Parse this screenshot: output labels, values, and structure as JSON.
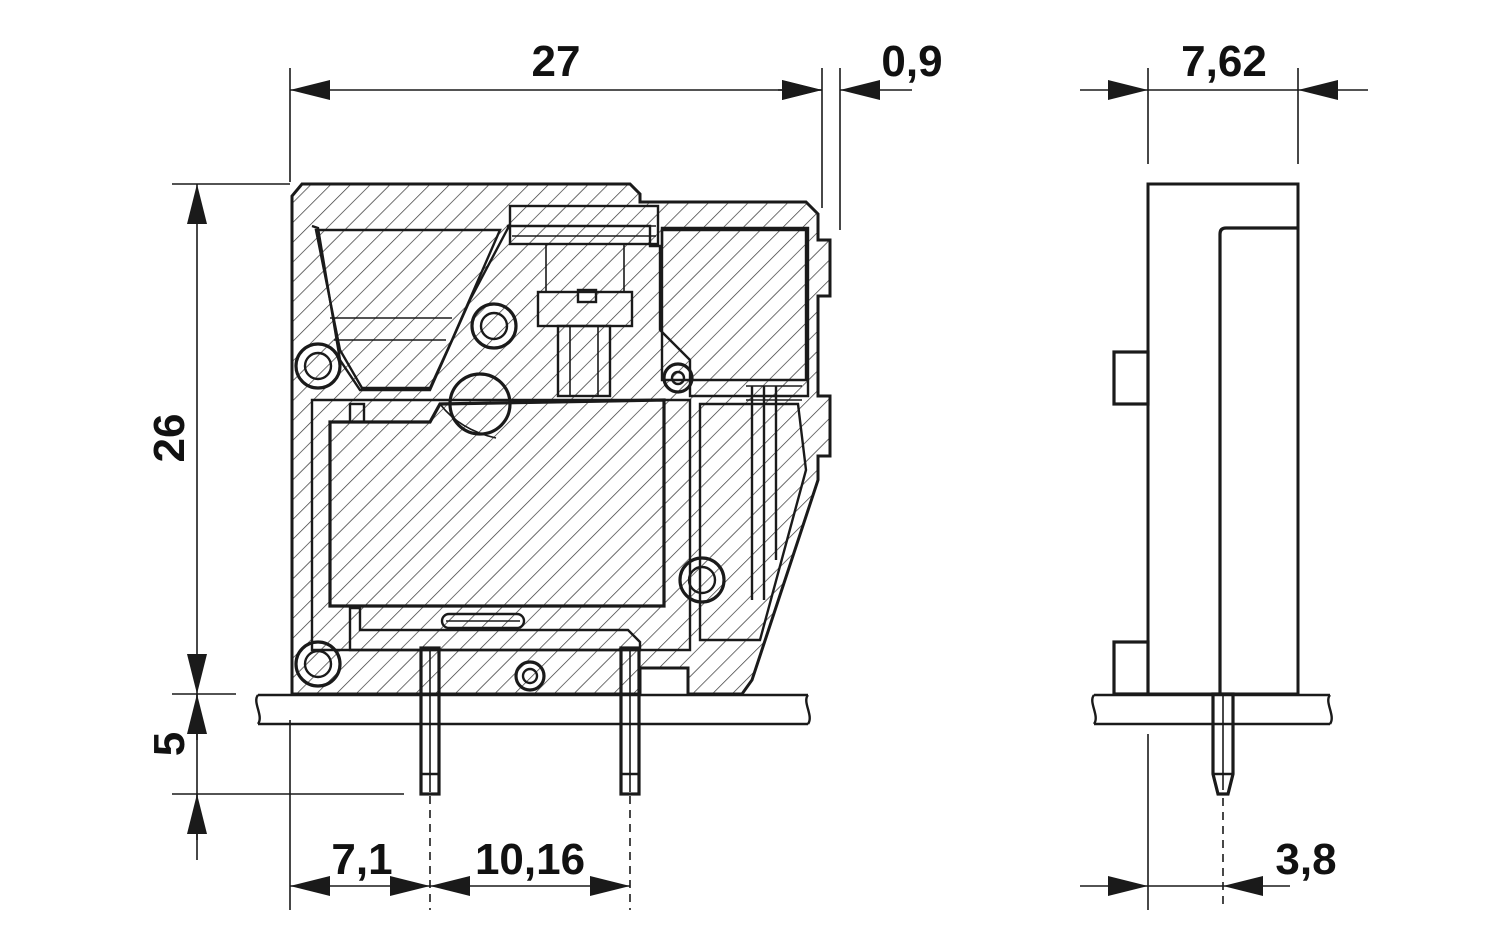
{
  "dimensions": {
    "width_total": "27",
    "offset_right": "0,9",
    "height_body": "26",
    "pin_length": "5",
    "pin_offset": "7,1",
    "pin_pitch": "10,16",
    "side_width": "7,62",
    "side_pin_offset": "3,8"
  },
  "colors": {
    "line": "#1a1a1a",
    "component_fill": "#d9d9d9",
    "hatch": "#333333",
    "background": "#ffffff"
  }
}
